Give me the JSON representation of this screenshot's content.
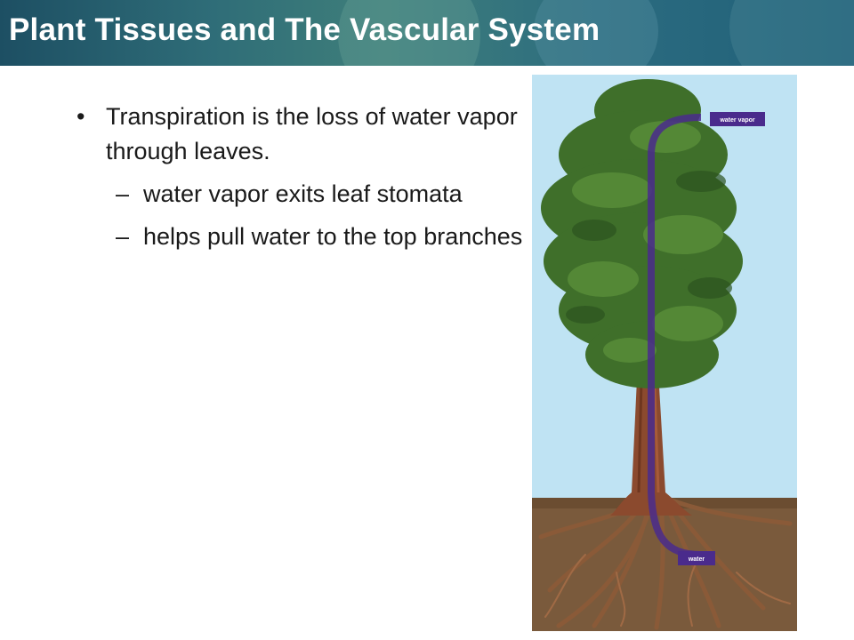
{
  "slide": {
    "title": "Plant Tissues and The Vascular System",
    "bullets": [
      {
        "marker": "•",
        "text": "Transpiration is the loss of water vapor through leaves.",
        "sub": [
          {
            "marker": "–",
            "text": "water vapor exits leaf stomata"
          },
          {
            "marker": "–",
            "text": "helps pull water to the top branches"
          }
        ]
      }
    ]
  },
  "figure": {
    "subject": "tree water transport",
    "labels": {
      "top": "water vapor",
      "bottom": "water"
    },
    "colors": {
      "sky": "#bfe3f3",
      "soil": "#7a5a3c",
      "foliage": "#3f6f2a",
      "trunk": "#8b4a2e",
      "arrow": "#4a2b8c"
    }
  }
}
